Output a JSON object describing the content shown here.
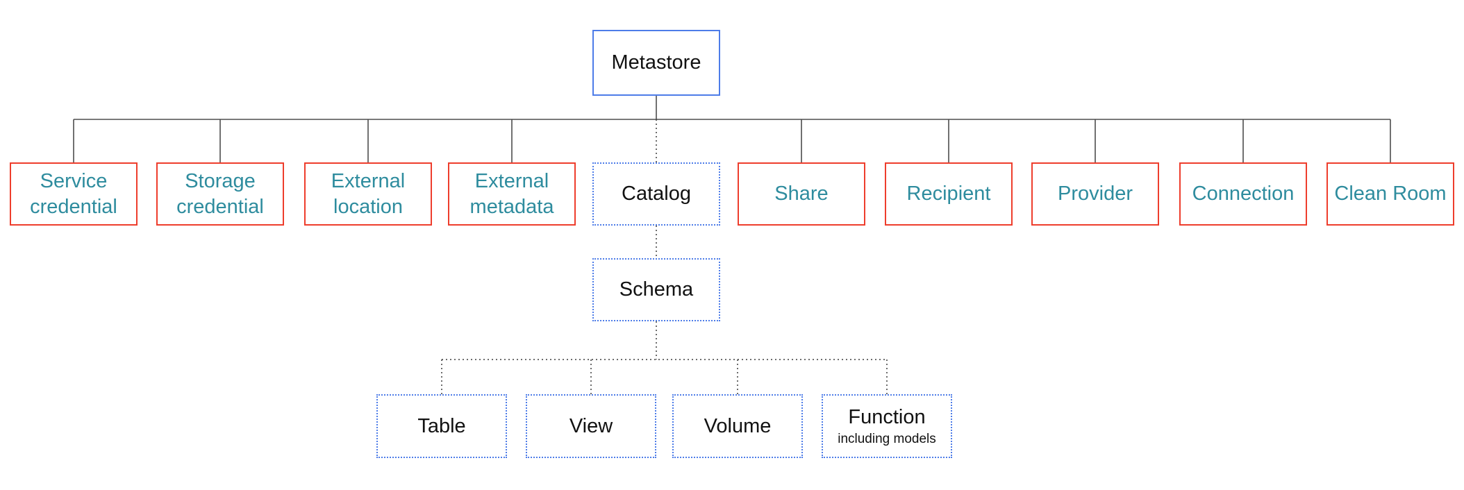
{
  "colors": {
    "blue": "#4d7ce8",
    "red": "#ee3d2c",
    "teal": "#2e8c9e",
    "text": "#111111",
    "line": "#4d4d4d",
    "dotline": "#3c3c3c",
    "bg": "#ffffff"
  },
  "diagram": {
    "root": {
      "label": "Metastore"
    },
    "level1": [
      {
        "id": "service-credential",
        "label": "Service credential",
        "style": "red-solid"
      },
      {
        "id": "storage-credential",
        "label": "Storage credential",
        "style": "red-solid"
      },
      {
        "id": "external-location",
        "label": "External location",
        "style": "red-solid"
      },
      {
        "id": "external-metadata",
        "label": "External metadata",
        "style": "red-solid"
      },
      {
        "id": "catalog",
        "label": "Catalog",
        "style": "blue-dotted"
      },
      {
        "id": "share",
        "label": "Share",
        "style": "red-solid"
      },
      {
        "id": "recipient",
        "label": "Recipient",
        "style": "red-solid"
      },
      {
        "id": "provider",
        "label": "Provider",
        "style": "red-solid"
      },
      {
        "id": "connection",
        "label": "Connection",
        "style": "red-solid"
      },
      {
        "id": "clean-room",
        "label": "Clean Room",
        "style": "red-solid"
      }
    ],
    "catalog_child": {
      "label": "Schema"
    },
    "schema_children": [
      {
        "id": "table",
        "label": "Table"
      },
      {
        "id": "view",
        "label": "View"
      },
      {
        "id": "volume",
        "label": "Volume"
      },
      {
        "id": "function",
        "label": "Function",
        "sublabel": "including models"
      }
    ]
  }
}
